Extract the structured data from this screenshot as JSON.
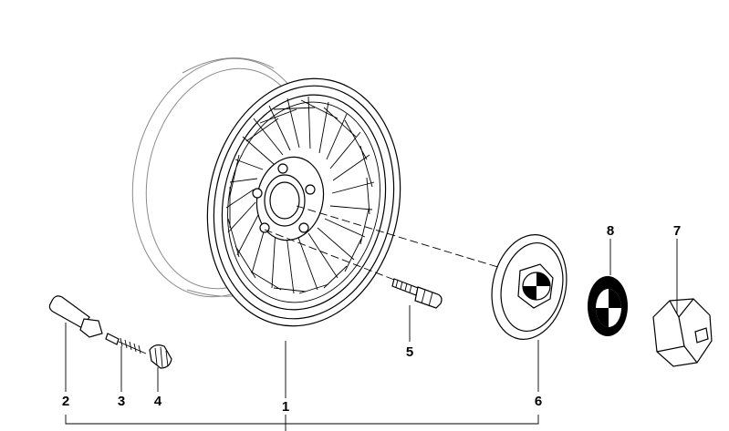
{
  "diagram": {
    "callouts": [
      {
        "id": "part-1",
        "label": "1"
      },
      {
        "id": "part-2",
        "label": "2"
      },
      {
        "id": "part-3",
        "label": "3"
      },
      {
        "id": "part-4",
        "label": "4"
      },
      {
        "id": "part-5",
        "label": "5"
      },
      {
        "id": "part-6",
        "label": "6"
      },
      {
        "id": "part-7",
        "label": "7"
      },
      {
        "id": "part-8",
        "label": "8"
      }
    ],
    "colors": {
      "line": "#000000",
      "ghost": "#8a8a8a",
      "background": "#ffffff"
    }
  }
}
